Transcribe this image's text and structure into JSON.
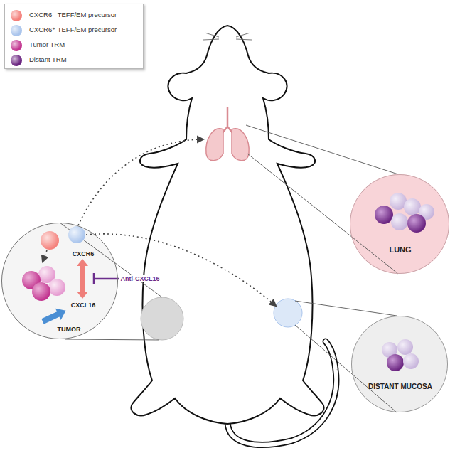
{
  "diagram": {
    "nodes": [
      {
        "text": [
          "LUNG"
        ]
      },
      {
        "text": [
          "CXCR6",
          "CXCL16",
          "TUMOR"
        ]
      },
      {
        "text": [
          "DISTANT MUCOSA"
        ]
      }
    ],
    "labels": [
      "Anti-CXCL16"
    ],
    "legend": [
      {
        "text": "CXCR6⁻ TEFF/EM precursor",
        "color": "#f47f7a"
      },
      {
        "text": "CXCR6⁺ TEFF/EM precursor",
        "color": "#a9c4ec"
      },
      {
        "text": "Tumor TRM",
        "color": "#c2338f"
      },
      {
        "text": "Distant TRM",
        "color": "#6a2480"
      }
    ]
  }
}
